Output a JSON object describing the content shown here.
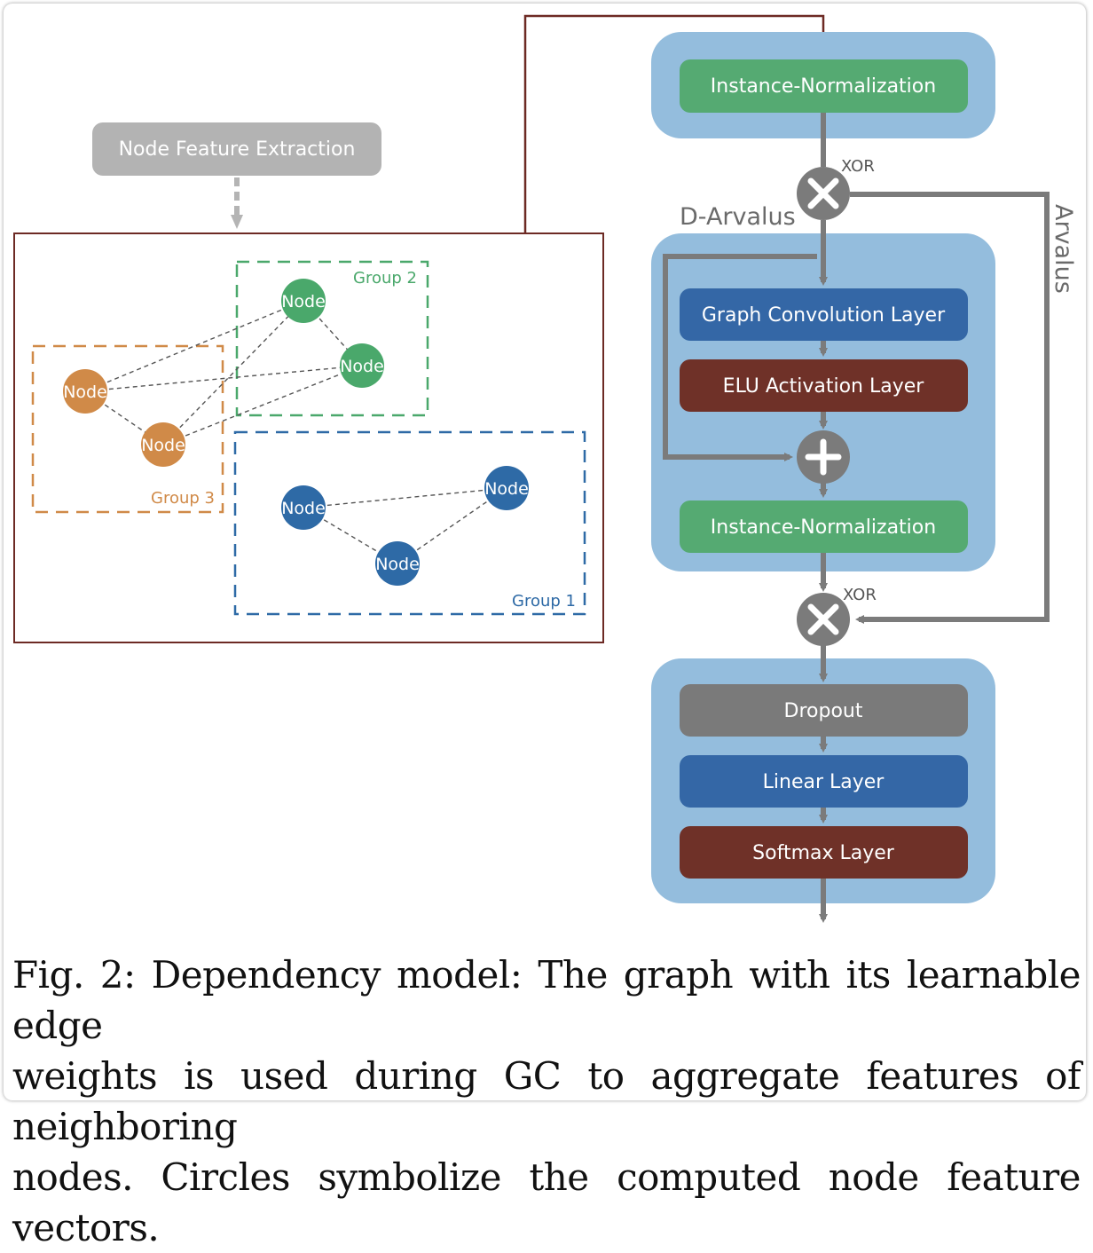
{
  "figure": {
    "node_feature_extraction": "Node Feature Extraction",
    "node_label": "Node",
    "groups": [
      {
        "name": "Group 1",
        "color": "#2e6aa6"
      },
      {
        "name": "Group 2",
        "color": "#4aa86b"
      },
      {
        "name": "Group 3",
        "color": "#d08a48"
      }
    ],
    "pipeline": {
      "instance_norm_top": "Instance-Normalization",
      "xor_top": "XOR",
      "d_arvalus": "D-Arvalus",
      "arvalus": "Arvalus",
      "graph_conv": "Graph Convolution Layer",
      "elu": "ELU Activation Layer",
      "instance_norm_mid": "Instance-Normalization",
      "xor_bottom": "XOR",
      "dropout": "Dropout",
      "linear": "Linear Layer",
      "softmax": "Softmax Layer"
    },
    "colors": {
      "panel_blue": "#94bddd",
      "green_block": "#55aa72",
      "blue_block": "#3467a6",
      "red_block": "#6f3128",
      "gray_block": "#7a7a7a",
      "arrow_gray": "#7b7b7b",
      "frame_red": "#6d2a24"
    }
  },
  "caption": {
    "lines": [
      "Fig. 2: Dependency model: The graph with its learnable edge",
      "weights is used during GC to aggregate features of neighboring",
      "nodes. Circles symbolize the computed node feature vectors."
    ]
  }
}
